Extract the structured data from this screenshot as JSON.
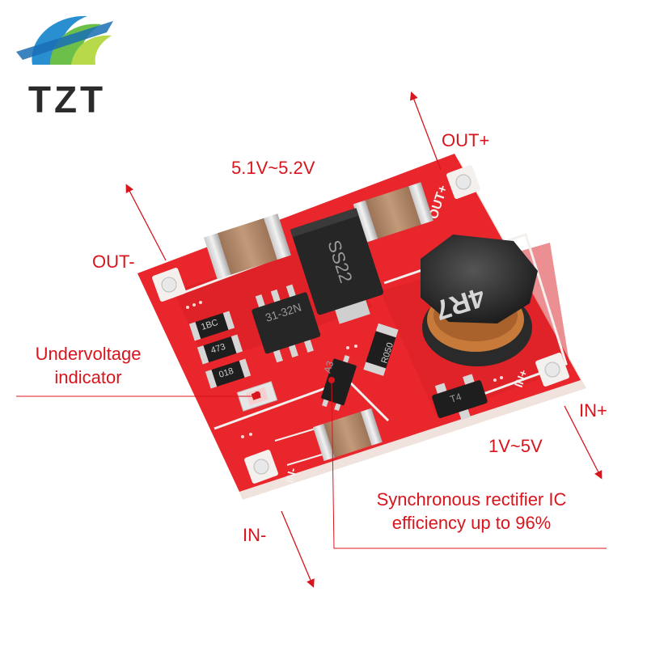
{
  "logo": {
    "text": "TZT"
  },
  "labels": {
    "out_plus": "OUT+",
    "voltage_out": "5.1V~5.2V",
    "out_minus": "OUT-",
    "undervoltage_line1": "Undervoltage",
    "undervoltage_line2": "indicator",
    "in_plus": "IN+",
    "voltage_in": "1V~5V",
    "rectifier_line1": "Synchronous rectifier IC",
    "rectifier_line2": "efficiency up to 96%",
    "in_minus": "IN-"
  },
  "pcb": {
    "silkscreen_out_plus": "OUT+",
    "silkscreen_in_plus": "IN+",
    "silkscreen_in_minus": "IN-",
    "diode_marking": "SS22",
    "inductor_marking": "4R7",
    "ic_marking": "31-32N",
    "resistor_1": "1BC",
    "resistor_2": "473",
    "resistor_3": "018",
    "resistor_4": "R050",
    "small_ic_marking": "A3",
    "transistor_marking": "T4"
  },
  "colors": {
    "pcb_red": "#e8262c",
    "label_red": "#d8141c",
    "silkscreen": "#f4f0ee",
    "capacitor": "#b98e6e",
    "inductor_dark": "#2e2e2e",
    "copper": "#c87a3a"
  }
}
